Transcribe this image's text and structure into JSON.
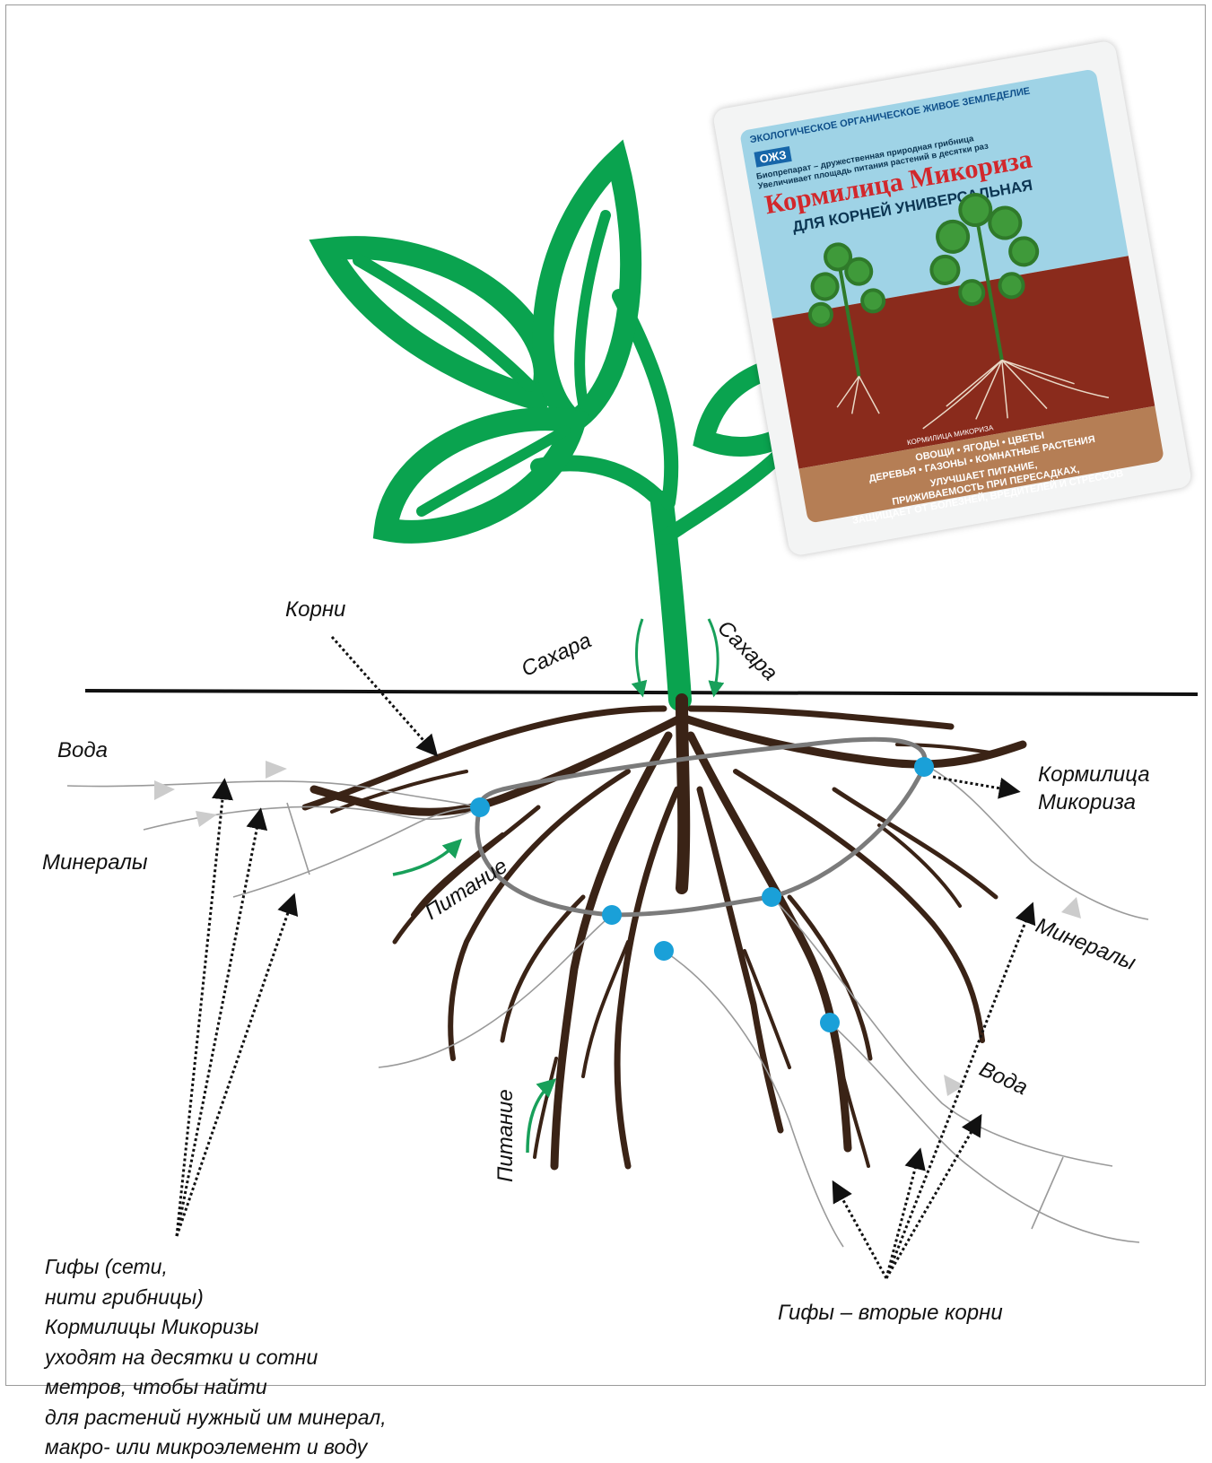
{
  "labels": {
    "roots": "Корни",
    "sugars_left": "Сахара",
    "sugars_right": "Сахара",
    "water_left": "Вода",
    "minerals_left": "Минералы",
    "nutrition_mid": "Питание",
    "nutrition_low": "Питание",
    "product_name_line1": "Кормилица",
    "product_name_line2": "Микориза",
    "minerals_right": "Минералы",
    "water_right": "Вода",
    "hyphae_second_roots": "Гифы – вторые корни"
  },
  "hyphae_description": [
    "Гифы (сети,",
    "нити грибницы)",
    "Кормилицы Микоризы",
    "уходят на десятки и сотни",
    "метров, чтобы найти",
    "для растений нужный им минерал,",
    "макро- или микроэлемент и воду"
  ],
  "package": {
    "header": "ЭКОЛОГИЧЕСКОЕ ОРГАНИЧЕСКОЕ ЖИВОЕ ЗЕМЛЕДЕЛИЕ",
    "brand": "ОЖЗ",
    "tagline": "Биопрепарат – дружественная природная грибница",
    "tagline2": "Увеличивает площадь питания растений в десятки раз",
    "title": "Кормилица Микориза",
    "subtitle": "ДЛЯ КОРНЕЙ УНИВЕРСАЛЬНАЯ",
    "root_caption": "КОРМИЛИЦА МИКОРИЗА",
    "categories": "ОВОЩИ • ЯГОДЫ • ЦВЕТЫ",
    "categories2": "ДЕРЕВЬЯ • ГАЗОНЫ • КОМНАТНЫЕ РАСТЕНИЯ",
    "benefit1": "УЛУЧШАЕТ ПИТАНИЕ,",
    "benefit2": "ПРИЖИВАЕМОСТЬ ПРИ ПЕРЕСАДКАХ,",
    "benefit3": "ЗАЩИЩАЕТ ОТ БОЛЕЗНЕЙ, ВРЕДИТЕЛЕЙ И СТРЕССОВ"
  },
  "colors": {
    "plant_green": "#0aa34f",
    "root_brown": "#3a2316",
    "hypha_gray": "#7b7b7b",
    "node_blue": "#1aa0d8",
    "arrow_green": "#18a05a"
  }
}
